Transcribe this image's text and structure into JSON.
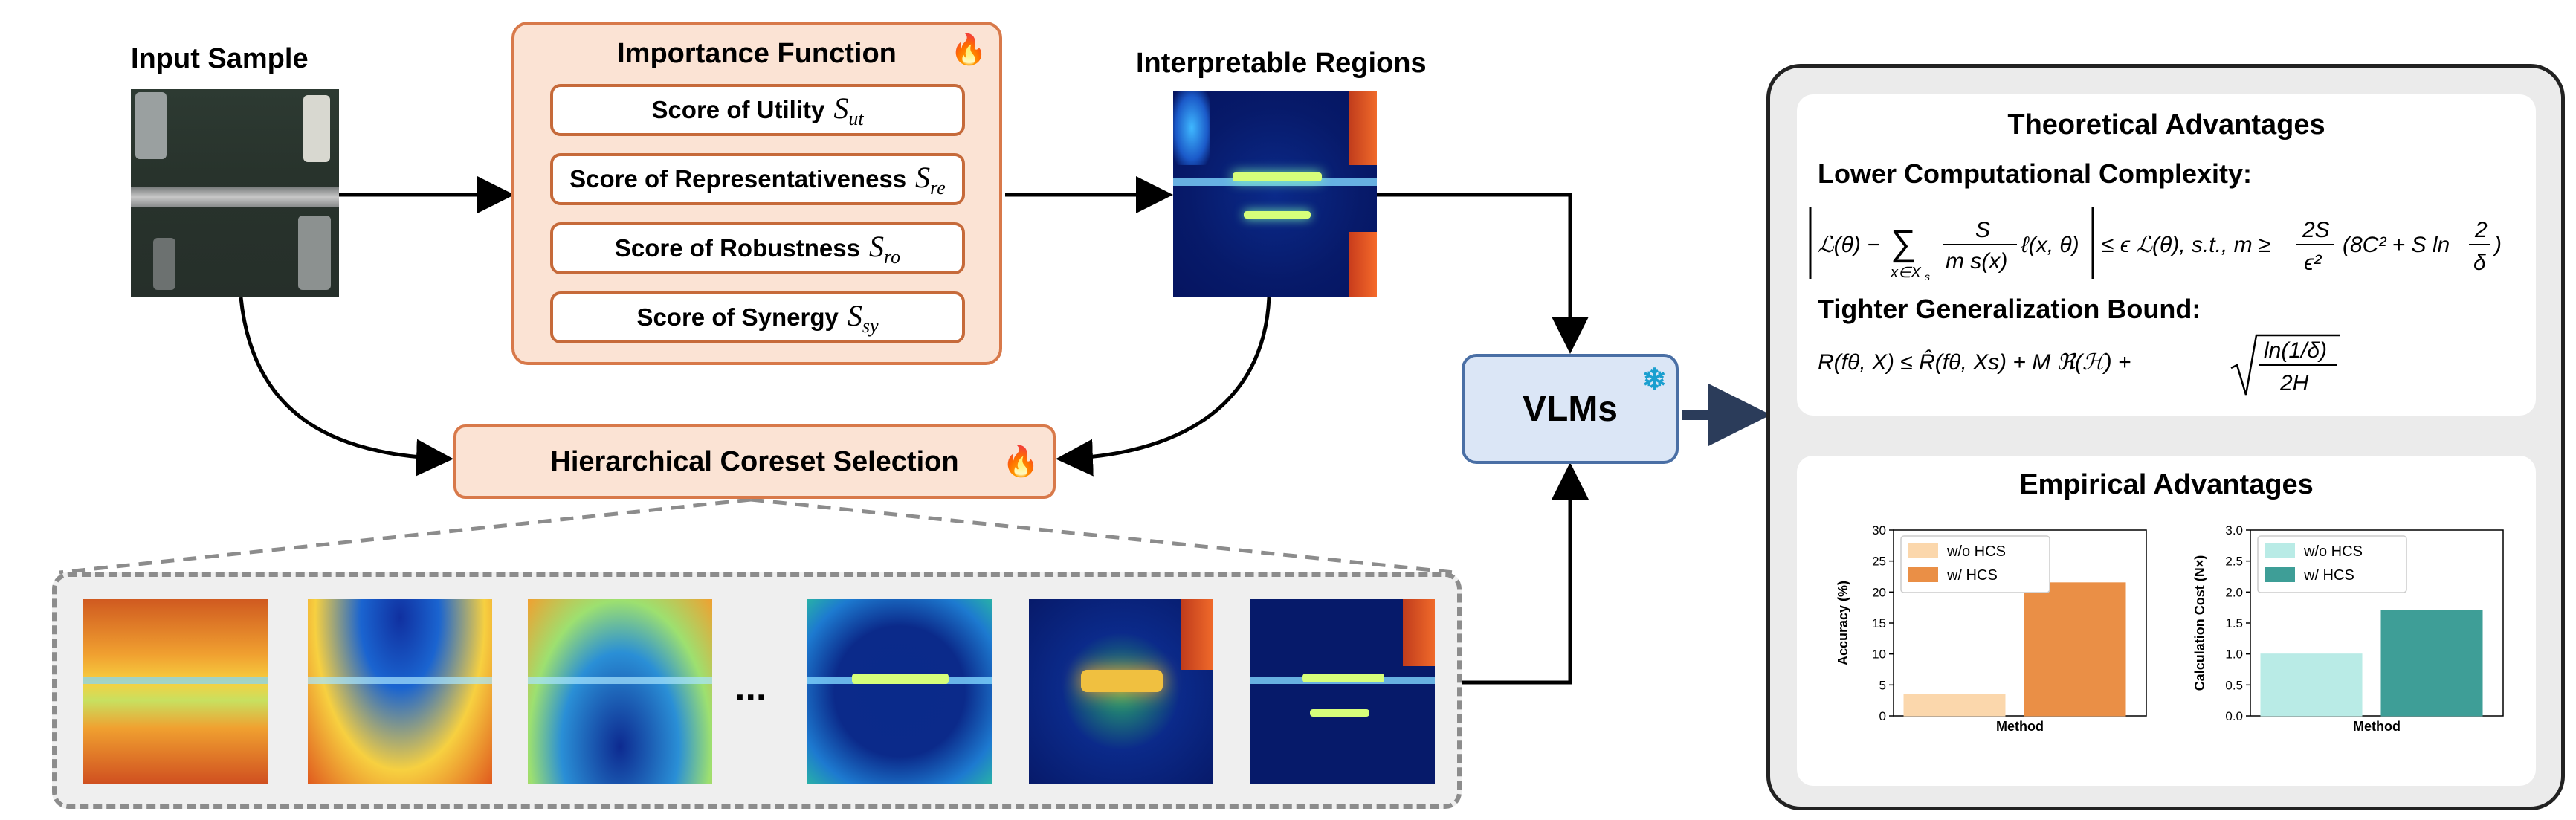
{
  "labels": {
    "input_sample": "Input Sample",
    "interpretable_regions": "Interpretable Regions",
    "importance_function": "Importance Function",
    "hierarchical_coreset": "Hierarchical Coreset Selection",
    "vlms": "VLMs",
    "ellipsis": "..."
  },
  "scores": [
    {
      "text": "Score of Utility",
      "sym": "S",
      "sub": "ut"
    },
    {
      "text": "Score of Representativeness",
      "sym": "S",
      "sub": "re"
    },
    {
      "text": "Score of Robustness",
      "sym": "S",
      "sub": "ro"
    },
    {
      "text": "Score of Synergy",
      "sym": "S",
      "sub": "sy"
    }
  ],
  "theory": {
    "title": "Theoretical Advantages",
    "complexity": "Lower Computational Complexity:",
    "generalization": "Tighter Generalization Bound:",
    "eq1_cond": "≤ ϵ ℒ(θ), s.t., m ≥",
    "eq2_lhs": "R(fθ, X) ≤ R̂(fθ, Xs) + M ℜ(ℋ) +"
  },
  "empirical": {
    "title": "Empirical Advantages"
  },
  "colors": {
    "orange_fill": "#fbe3d4",
    "orange_border": "#d8794a",
    "blue_fill": "#dbe6f6",
    "blue_border": "#4a6fa5",
    "acc_wo": "#fbd7ac",
    "acc_w": "#ea8f46",
    "cost_wo": "#b9ebe6",
    "cost_w": "#3e9e97"
  },
  "chart_data": [
    {
      "type": "bar",
      "categories": [
        "Method"
      ],
      "series": [
        {
          "name": "w/o HCS",
          "values": [
            3.5
          ]
        },
        {
          "name": "w/ HCS",
          "values": [
            21.5
          ]
        }
      ],
      "xlabel": "Method",
      "ylabel": "Accuracy (%)",
      "ylim": [
        0,
        30
      ],
      "yticks": [
        0,
        5,
        10,
        15,
        20,
        25,
        30
      ],
      "legend": "top-left"
    },
    {
      "type": "bar",
      "categories": [
        "Method"
      ],
      "series": [
        {
          "name": "w/o HCS",
          "values": [
            1.0
          ]
        },
        {
          "name": "w/ HCS",
          "values": [
            1.7
          ]
        }
      ],
      "xlabel": "Method",
      "ylabel": "Calculation Cost (N×)",
      "ylim": [
        0,
        3.0
      ],
      "yticks": [
        "0.0",
        "0.5",
        "1.0",
        "1.5",
        "2.0",
        "2.5",
        "3.0"
      ],
      "legend": "top-left"
    }
  ]
}
